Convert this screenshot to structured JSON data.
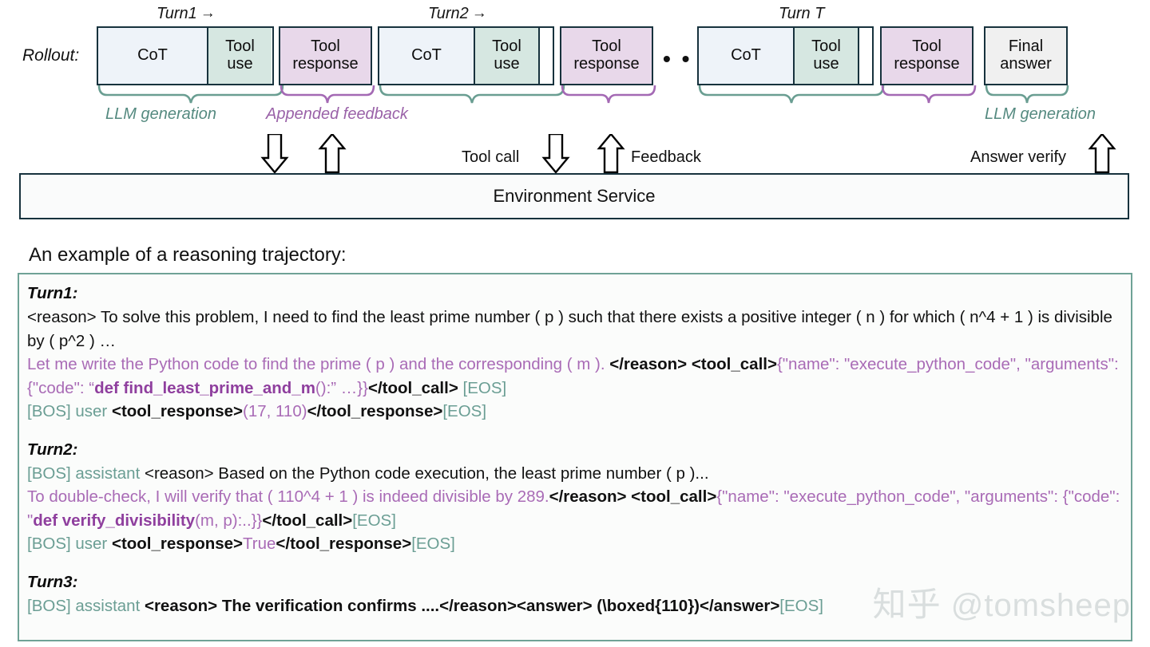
{
  "diagram": {
    "rollout_label": "Rollout:",
    "turn_labels": [
      {
        "text": "Turn1",
        "arrow": "→"
      },
      {
        "text": "Turn2",
        "arrow": "→"
      },
      {
        "text": "Turn T",
        "arrow": ""
      }
    ],
    "segments": {
      "cot": "CoT",
      "tool_use_line1": "Tool",
      "tool_use_line2": "use",
      "tool_response_line1": "Tool",
      "tool_response_line2": "response",
      "final_answer_line1": "Final",
      "final_answer_line2": "answer"
    },
    "ellipsis": "• • •",
    "brace_labels": {
      "llm_generation": "LLM generation",
      "appended_feedback": "Appended feedback",
      "llm_generation_right": "LLM generation"
    },
    "io_labels": {
      "tool_call": "Tool call",
      "feedback": "Feedback",
      "answer_verify": "Answer verify"
    },
    "env_bar": "Environment Service",
    "colors": {
      "cot_fill": "#eef3f9",
      "tool_use_fill": "#d6e7e1",
      "tool_response_fill": "#e8d8ea",
      "final_answer_fill": "#f0f0f0",
      "box_stroke": "#17323d",
      "teal_accent": "#558a80",
      "purple_accent": "#9a62a8"
    }
  },
  "example": {
    "caption": "An example of a reasoning trajectory:",
    "turns": [
      {
        "heading": "Turn1:",
        "lines": [
          [
            {
              "t": "<reason> To solve this problem, I need to find the least prime number ( p ) such that there exists a positive integer ( n ) for which ( n^4 + 1 ) is divisible by ( p^2 ) …",
              "s": "black"
            }
          ],
          [
            {
              "t": "Let me write the Python code to find the prime ( p ) and the corresponding ( m ). ",
              "s": "purple"
            },
            {
              "t": "</reason> <tool_call>",
              "s": "black-b"
            },
            {
              "t": "{\"name\": \"execute_python_code\", \"arguments\": {\"code\": “",
              "s": "purple"
            },
            {
              "t": "def find_least_prime_and_m",
              "s": "purple-b"
            },
            {
              "t": "():” …}}",
              "s": "purple"
            },
            {
              "t": "</tool_call>",
              "s": "black-b"
            },
            {
              "t": " [EOS]",
              "s": "teal"
            }
          ],
          [
            {
              "t": "[BOS] user ",
              "s": "teal"
            },
            {
              "t": "<tool_response>",
              "s": "black-b"
            },
            {
              "t": "(17, 110)",
              "s": "purple"
            },
            {
              "t": "</tool_response>",
              "s": "black-b"
            },
            {
              "t": "[EOS]",
              "s": "teal"
            }
          ]
        ]
      },
      {
        "heading": "Turn2:",
        "lines": [
          [
            {
              "t": "[BOS] assistant ",
              "s": "teal"
            },
            {
              "t": "<reason> Based on the Python code execution, the least prime number ( p )...",
              "s": "black"
            }
          ],
          [
            {
              "t": "To double-check, I will verify that ( 110^4 + 1 ) is indeed divisible by 289.",
              "s": "purple"
            },
            {
              "t": "</reason> <tool_call>",
              "s": "black-b"
            },
            {
              "t": "{\"name\": \"execute_python_code\", \"arguments\": {\"code\": \"",
              "s": "purple"
            },
            {
              "t": "def verify_divisibility",
              "s": "purple-b"
            },
            {
              "t": "(m, p):..}}",
              "s": "purple"
            },
            {
              "t": "</tool_call>",
              "s": "black-b"
            },
            {
              "t": "[EOS]",
              "s": "teal"
            }
          ],
          [
            {
              "t": "[BOS] user ",
              "s": "teal"
            },
            {
              "t": "<tool_response>",
              "s": "black-b"
            },
            {
              "t": "True",
              "s": "purple"
            },
            {
              "t": "</tool_response>",
              "s": "black-b"
            },
            {
              "t": "[EOS]",
              "s": "teal"
            }
          ]
        ]
      },
      {
        "heading": "Turn3:",
        "lines": [
          [
            {
              "t": "[BOS] assistant ",
              "s": "teal"
            },
            {
              "t": "<reason> The verification confirms ....</reason><answer> (\\boxed{110})</answer>",
              "s": "black-b"
            },
            {
              "t": "[EOS]",
              "s": "teal"
            }
          ]
        ]
      }
    ]
  },
  "watermark": {
    "cn": "知乎",
    "handle": "@tomsheep"
  }
}
